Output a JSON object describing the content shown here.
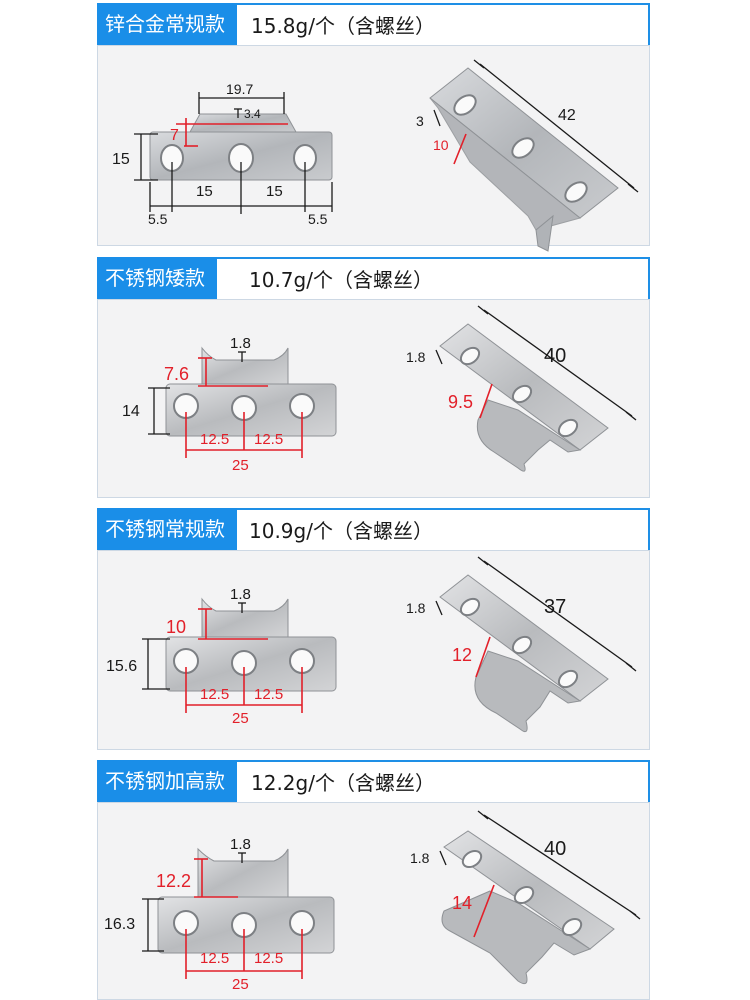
{
  "sections": [
    {
      "label": "锌合金常规款",
      "weight": "15.8g/个（含螺丝）",
      "front": {
        "top_width": "19.7",
        "thickness": "3.4",
        "lip_height": "7",
        "height": "15",
        "pitch_left": "15",
        "pitch_right": "15",
        "edge_left": "5.5",
        "edge_right": "5.5"
      },
      "side": {
        "thickness": "3",
        "depth": "10",
        "length": "42"
      }
    },
    {
      "label": "不锈钢矮款",
      "weight": "10.7g/个（含螺丝）",
      "front": {
        "thickness": "1.8",
        "lip_height": "7.6",
        "height": "14",
        "pitch_left": "12.5",
        "pitch_right": "12.5",
        "total": "25"
      },
      "side": {
        "thickness": "1.8",
        "depth": "9.5",
        "length": "40"
      }
    },
    {
      "label": "不锈钢常规款",
      "weight": "10.9g/个（含螺丝）",
      "front": {
        "thickness": "1.8",
        "lip_height": "10",
        "height": "15.6",
        "pitch_left": "12.5",
        "pitch_right": "12.5",
        "total": "25"
      },
      "side": {
        "thickness": "1.8",
        "depth": "12",
        "length": "37"
      }
    },
    {
      "label": "不锈钢加高款",
      "weight": "12.2g/个（含螺丝）",
      "front": {
        "thickness": "1.8",
        "lip_height": "12.2",
        "height": "16.3",
        "pitch_left": "12.5",
        "pitch_right": "12.5",
        "total": "25"
      },
      "side": {
        "thickness": "1.8",
        "depth": "14",
        "length": "40"
      }
    }
  ],
  "colors": {
    "accent": "#1a8ee8",
    "dimension_red": "#e2202a",
    "dimension_black": "#1a1a1a",
    "metal": "#b9bcc0"
  }
}
